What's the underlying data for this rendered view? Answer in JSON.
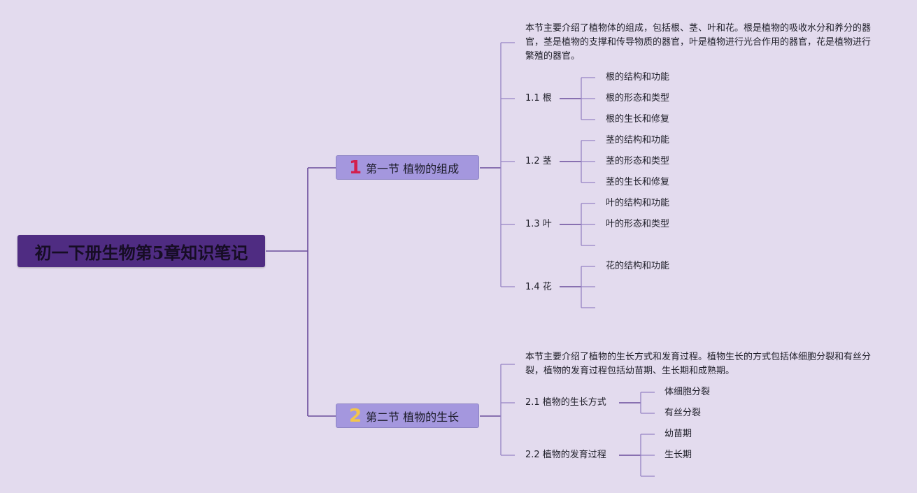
{
  "root": {
    "title": "初一下册生物第5章知识笔记"
  },
  "colors": {
    "root_bg": "#4f2c82",
    "section_bg": "#a497de",
    "line": "#6a4c9c",
    "badge1": "#d21f4d",
    "badge2": "#f3c64a",
    "background": "#e3dbee"
  },
  "sections": [
    {
      "badge": "1",
      "title": "第一节 植物的组成",
      "summary": "本节主要介绍了植物体的组成，包括根、茎、叶和花。根是植物的吸收水分和养分的器官，茎是植物的支撑和传导物质的器官，叶是植物进行光合作用的器官，花是植物进行繁殖的器官。",
      "topics": [
        {
          "label": "1.1 根",
          "items": [
            "根的结构和功能",
            "根的形态和类型",
            "根的生长和修复"
          ]
        },
        {
          "label": "1.2 茎",
          "items": [
            "茎的结构和功能",
            "茎的形态和类型",
            "茎的生长和修复"
          ]
        },
        {
          "label": "1.3 叶",
          "items": [
            "叶的结构和功能",
            "叶的形态和类型",
            ""
          ]
        },
        {
          "label": "1.4 花",
          "items": [
            "花的结构和功能",
            "",
            ""
          ]
        }
      ]
    },
    {
      "badge": "2",
      "title": "第二节 植物的生长",
      "summary": "本节主要介绍了植物的生长方式和发育过程。植物生长的方式包括体细胞分裂和有丝分裂，植物的发育过程包括幼苗期、生长期和成熟期。",
      "topics": [
        {
          "label": "2.1 植物的生长方式",
          "items": [
            "体细胞分裂",
            "有丝分裂"
          ]
        },
        {
          "label": "2.2 植物的发育过程",
          "items": [
            "幼苗期",
            "生长期",
            ""
          ]
        }
      ]
    }
  ]
}
